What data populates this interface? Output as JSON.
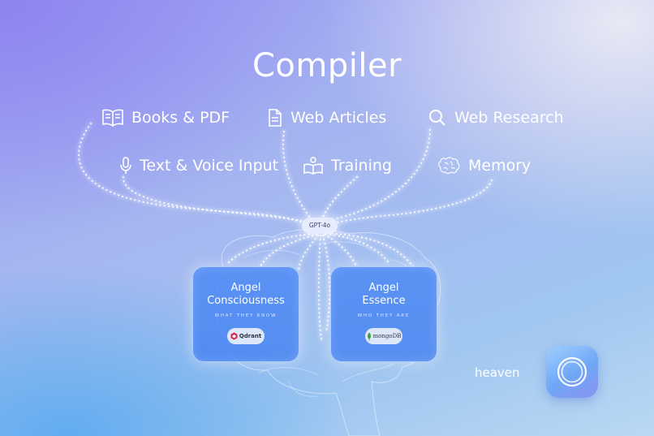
{
  "title": "Compiler",
  "sources": [
    {
      "label": "Books & PDF",
      "icon": "book-icon"
    },
    {
      "label": "Web Articles",
      "icon": "document-icon"
    },
    {
      "label": "Web Research",
      "icon": "search-icon"
    },
    {
      "label": "Text & Voice Input",
      "icon": "microphone-icon"
    },
    {
      "label": "Training",
      "icon": "reading-icon"
    },
    {
      "label": "Memory",
      "icon": "brain-icon"
    }
  ],
  "hub": {
    "label": "GPT-4o"
  },
  "cards": [
    {
      "title_line1": "Angel",
      "title_line2": "Consciousness",
      "subtitle": "WHAT THEY KNOW",
      "db": "Qdrant",
      "db_icon": "qdrant-logo-icon"
    },
    {
      "title_line1": "Angel",
      "title_line2": "Essence",
      "subtitle": "WHO THEY ARE",
      "db": "mongoDB",
      "db_icon": "mongodb-leaf-icon"
    }
  ],
  "brand": {
    "name": "heaven",
    "icon": "heaven-app-icon"
  },
  "colors": {
    "text": "#ffffff",
    "card": "#5a8ff2",
    "qdrant": "#d6244f",
    "mongodb": "#3fa037"
  }
}
